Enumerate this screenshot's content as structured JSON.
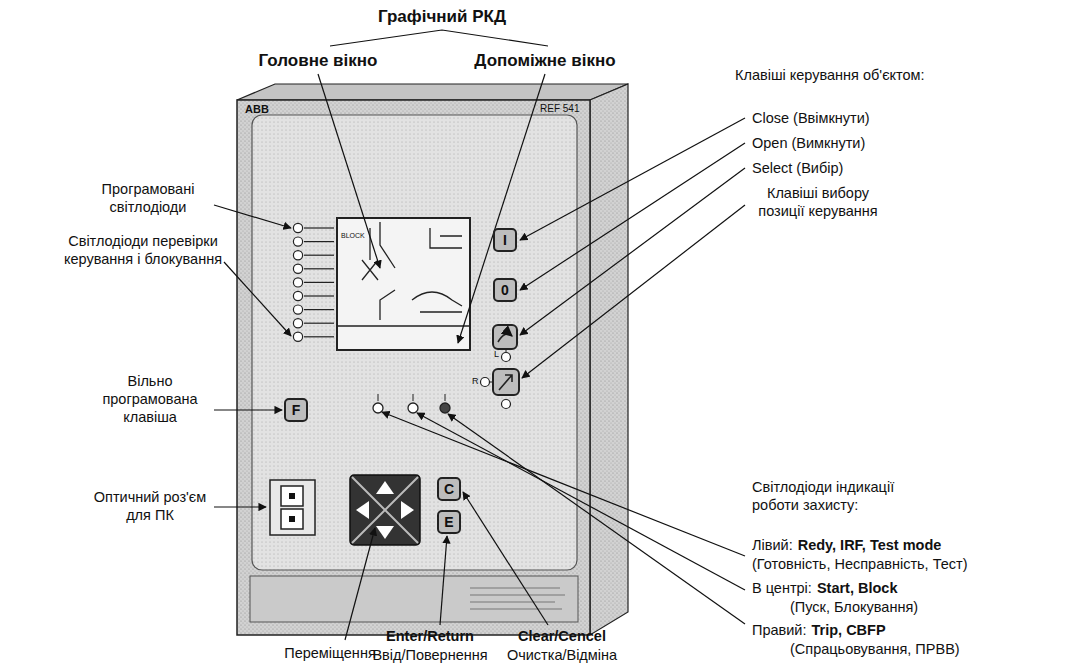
{
  "diagram": {
    "title": "Графічний РКД",
    "nodes": [
      {
        "text": [
          "I"
        ]
      },
      {
        "text": [
          "0"
        ]
      },
      {
        "text": [
          "F"
        ]
      },
      {
        "text": [
          "C"
        ]
      },
      {
        "text": [
          "E"
        ]
      }
    ],
    "labels": [
      "Головне вікно",
      "Допоміжне вікно",
      "Програмовані світлодіоди",
      "Світлодіоди перевірки керування і блокування",
      "Вільно програмована клавіша",
      "Оптичний роз'єм для ПК",
      "Переміщення",
      "Enter/Return",
      "Ввід/Повернення",
      "Clear/Cencel",
      "Очистка/Відміна",
      "Клавіші керування об'єктом:",
      "Close (Ввімкнути)",
      "Open (Вимкнути)",
      "Select (Вибір)",
      "Клавіші вибору позиції керування",
      "Світлодіоди індикації роботи захисту:",
      "Лівий:",
      "Redy, IRF, Test mode",
      "(Готовність, Несправність, Тест)",
      "В центрі:",
      "Start, Block",
      "(Пуск, Блокування)",
      "Правий:",
      "Trip, CBFP",
      "(Спрацьовування, ПРВВ)",
      "ABB",
      "REF 541",
      "BLOCK",
      "L",
      "R"
    ]
  }
}
